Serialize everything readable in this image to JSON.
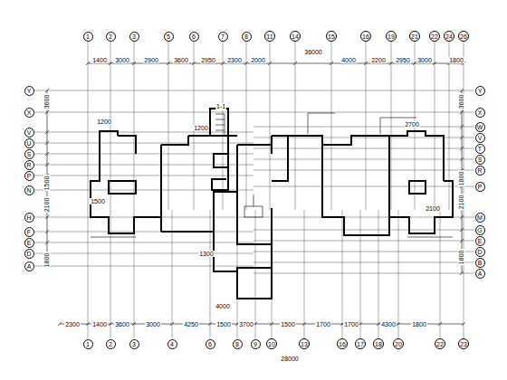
{
  "diagram": {
    "nodes": [
      {
        "text": [
          "1"
        ]
      },
      {
        "text": [
          "2"
        ]
      },
      {
        "text": [
          "3"
        ]
      },
      {
        "text": [
          "5"
        ]
      },
      {
        "text": [
          "6"
        ]
      },
      {
        "text": [
          "7"
        ]
      },
      {
        "text": [
          "8"
        ]
      },
      {
        "text": [
          "11"
        ]
      },
      {
        "text": [
          "14"
        ]
      },
      {
        "text": [
          "15"
        ]
      },
      {
        "text": [
          "16"
        ]
      },
      {
        "text": [
          "19"
        ]
      },
      {
        "text": [
          "21"
        ]
      },
      {
        "text": [
          "22"
        ]
      },
      {
        "text": [
          "24"
        ]
      },
      {
        "text": [
          "26"
        ]
      },
      {
        "text": [
          "Y"
        ]
      },
      {
        "text": [
          "X"
        ]
      },
      {
        "text": [
          "V"
        ]
      },
      {
        "text": [
          "U"
        ]
      },
      {
        "text": [
          "S"
        ]
      },
      {
        "text": [
          "R"
        ]
      },
      {
        "text": [
          "P"
        ]
      },
      {
        "text": [
          "N"
        ]
      },
      {
        "text": [
          "H"
        ]
      },
      {
        "text": [
          "F"
        ]
      },
      {
        "text": [
          "E"
        ]
      },
      {
        "text": [
          "D"
        ]
      },
      {
        "text": [
          "A"
        ]
      },
      {
        "text": [
          "Y"
        ]
      },
      {
        "text": [
          "X"
        ]
      },
      {
        "text": [
          "W"
        ]
      },
      {
        "text": [
          "V"
        ]
      },
      {
        "text": [
          "T"
        ]
      },
      {
        "text": [
          "S"
        ]
      },
      {
        "text": [
          "R"
        ]
      },
      {
        "text": [
          "P"
        ]
      },
      {
        "text": [
          "M"
        ]
      },
      {
        "text": [
          "G"
        ]
      },
      {
        "text": [
          "E"
        ]
      },
      {
        "text": [
          "D"
        ]
      },
      {
        "text": [
          "B"
        ]
      },
      {
        "text": [
          "A"
        ]
      },
      {
        "text": [
          "1"
        ]
      },
      {
        "text": [
          "2"
        ]
      },
      {
        "text": [
          "3"
        ]
      },
      {
        "text": [
          "4"
        ]
      },
      {
        "text": [
          "6"
        ]
      },
      {
        "text": [
          "8"
        ]
      },
      {
        "text": [
          "9"
        ]
      },
      {
        "text": [
          "10"
        ]
      },
      {
        "text": [
          "13"
        ]
      },
      {
        "text": [
          "16"
        ]
      },
      {
        "text": [
          "17"
        ]
      },
      {
        "text": [
          "18"
        ]
      },
      {
        "text": [
          "20"
        ]
      },
      {
        "text": [
          "22"
        ]
      },
      {
        "text": [
          "23"
        ]
      }
    ],
    "labels": [
      "1400",
      "3000",
      "2900",
      "3600",
      "2950",
      "2300",
      "2000",
      "36000",
      "4000",
      "2200",
      "2950",
      "3000",
      "1800",
      "2300",
      "1400",
      "3600",
      "3000",
      "4250",
      "1500",
      "3700",
      "1500",
      "1700",
      "1700",
      "4300",
      "1800",
      "28000",
      "3600",
      "1500",
      "2100",
      "1800",
      "3600",
      "1800",
      "2100",
      "1800",
      "1-1",
      "1200",
      "1200",
      "2700",
      "1500",
      "2100",
      "1300",
      "4000"
    ]
  }
}
